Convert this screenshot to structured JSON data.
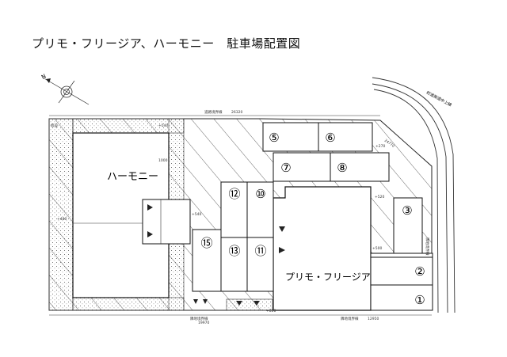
{
  "title": "プリモ・フリージア、ハーモニー　駐車場配置図",
  "buildings": {
    "harmony": "ハーモニー",
    "primo": "プリモ・フリージア"
  },
  "parking_spaces": [
    "①",
    "②",
    "③",
    "⑤",
    "⑥",
    "⑦",
    "⑧",
    "⑩",
    "⑪",
    "⑫",
    "⑬",
    "⑮"
  ],
  "compass": "N",
  "annotations": {
    "top_boundary": "道路境界線",
    "top_dim": "26320",
    "road_dim": "24770",
    "left_label": "仮設",
    "left_dim": "1000",
    "left_dim2": "+480",
    "bottom_boundary_left": "隣地境界線",
    "bottom_boundary_right": "隣地境界線",
    "bottom_dim_left": "19970",
    "bottom_dim_right": "12950",
    "right_boundary": "隣地境界線",
    "road_name": "町道新道中上線",
    "level_540": "+540",
    "level_520": "+520",
    "level_500": "+500",
    "level_800": "+800",
    "level_540b": "+540",
    "level_270": "+270"
  }
}
